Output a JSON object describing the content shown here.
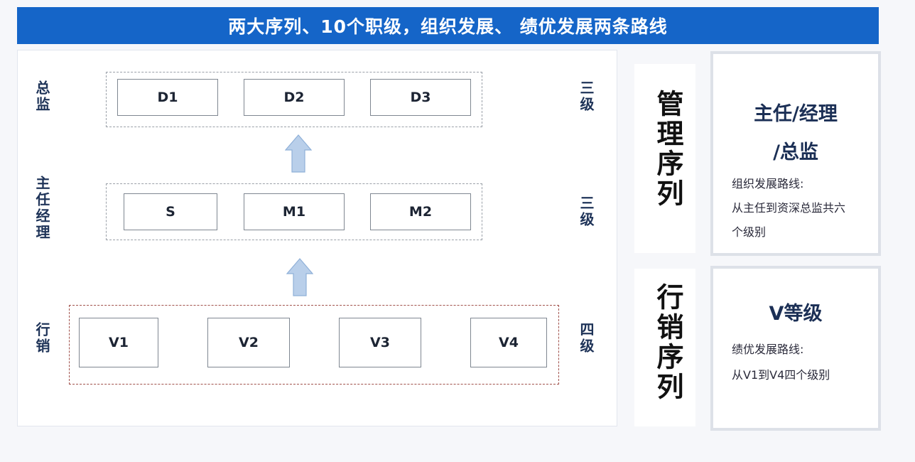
{
  "banner": {
    "title": "两大序列、10个职级，组织发展、 绩优发展两条路线"
  },
  "levels": {
    "director": [
      "D1",
      "D2",
      "D3"
    ],
    "manager": [
      "S",
      "M1",
      "M2"
    ],
    "sales": [
      "V1",
      "V2",
      "V3",
      "V4"
    ]
  },
  "left_labels": {
    "director": "总监",
    "manager": "主任经理",
    "sales": "行销"
  },
  "right_labels": {
    "director": "三级",
    "manager": "三级",
    "sales": "四级"
  },
  "sequences": {
    "management": "管理序列",
    "sales": "行销序列"
  },
  "cards": {
    "management": {
      "title_line1": "主任/经理",
      "title_line2": "/总监",
      "desc_line1": "组织发展路线:",
      "desc_line2": "从主任到资深总监共六",
      "desc_line3": "个级别"
    },
    "sales": {
      "title": "V等级",
      "desc_line1": "绩优发展路线:",
      "desc_line2": "从V1到V4四个级别"
    }
  },
  "colors": {
    "banner": "#1565c8",
    "arrow": "#b9cfea",
    "sales_border": "#a0504a",
    "group_border": "#9aa0a8"
  }
}
